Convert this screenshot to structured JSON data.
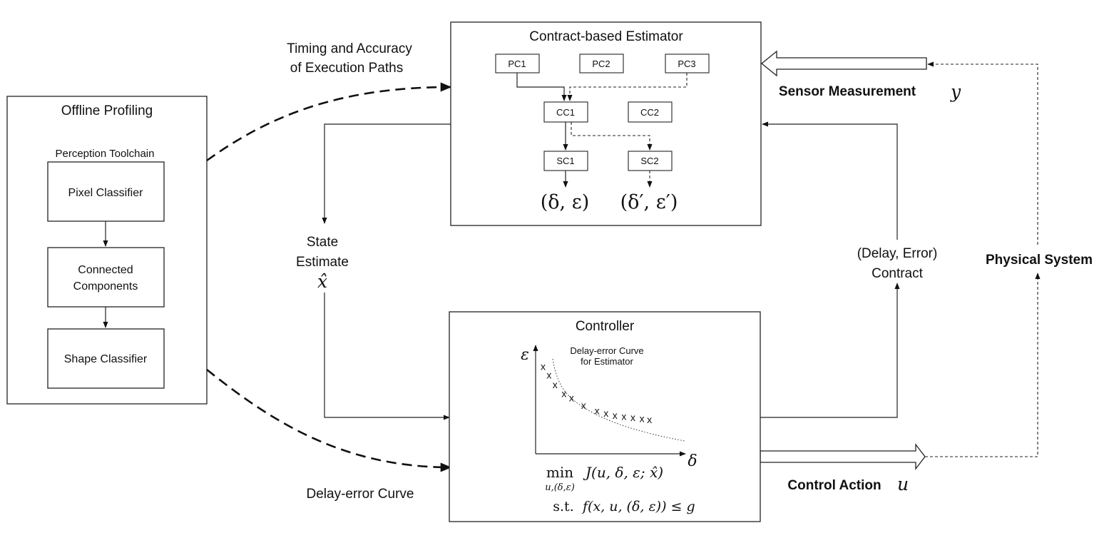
{
  "offline_profiling": {
    "title": "Offline Profiling",
    "toolchain_label": "Perception Toolchain",
    "pixel_classifier": "Pixel Classifier",
    "connected_components_line1": "Connected",
    "connected_components_line2": "Components",
    "shape_classifier": "Shape Classifier"
  },
  "estimator": {
    "title": "Contract-based Estimator",
    "pc1": "PC1",
    "pc2": "PC2",
    "pc3": "PC3",
    "cc1": "CC1",
    "cc2": "CC2",
    "sc1": "SC1",
    "sc2": "SC2",
    "contract_1": "(δ, ε)",
    "contract_2": "(δ′, ε′)"
  },
  "controller": {
    "title": "Controller",
    "curve_label_line1": "Delay-error Curve",
    "curve_label_line2": "for Estimator",
    "y_axis_symbol": "ε",
    "x_axis_symbol": "δ",
    "curve_points": [
      {
        "delta": 0.05,
        "epsilon": 0.8
      },
      {
        "delta": 0.09,
        "epsilon": 0.72
      },
      {
        "delta": 0.13,
        "epsilon": 0.63
      },
      {
        "delta": 0.19,
        "epsilon": 0.55
      },
      {
        "delta": 0.24,
        "epsilon": 0.51
      },
      {
        "delta": 0.32,
        "epsilon": 0.44
      },
      {
        "delta": 0.41,
        "epsilon": 0.39
      },
      {
        "delta": 0.47,
        "epsilon": 0.37
      },
      {
        "delta": 0.53,
        "epsilon": 0.35
      },
      {
        "delta": 0.59,
        "epsilon": 0.34
      },
      {
        "delta": 0.65,
        "epsilon": 0.33
      },
      {
        "delta": 0.71,
        "epsilon": 0.32
      },
      {
        "delta": 0.76,
        "epsilon": 0.31
      }
    ],
    "opt_min": "min",
    "opt_min_sub": "u,(δ,ε)",
    "opt_objective": "J(u, δ, ε; x̂)",
    "opt_st": "s.t.",
    "opt_constraint": "f(x, u, (δ, ε)) ≤ g"
  },
  "labels": {
    "timing_line1": "Timing and Accuracy",
    "timing_line2": "of Execution Paths",
    "sensor_measurement": "Sensor Measurement",
    "sensor_symbol": "y",
    "state_line1": "State",
    "state_line2": "Estimate",
    "state_symbol": "x̂",
    "delay_error_contract_line1": "(Delay, Error)",
    "delay_error_contract_line2": "Contract",
    "physical_system": "Physical System",
    "delay_error_curve": "Delay-error Curve",
    "control_action": "Control Action",
    "control_symbol": "u"
  }
}
